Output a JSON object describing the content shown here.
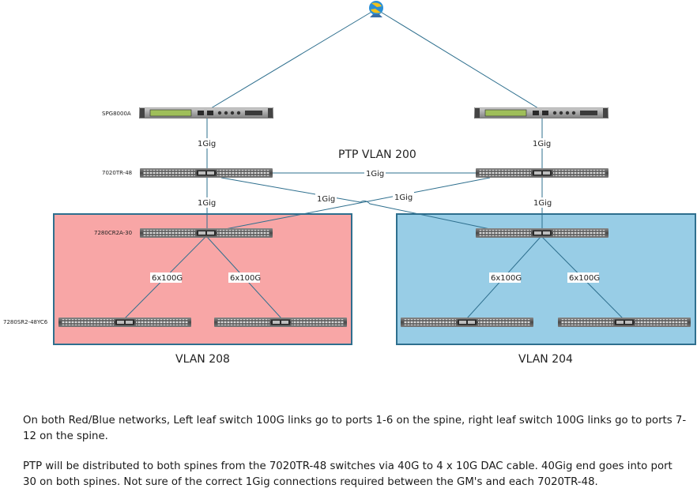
{
  "diagram": {
    "grandmaster_labels": {
      "left": "SPG8000A"
    },
    "ptp_switch_label": "7020TR-48",
    "ptp_vlan_label": "PTP VLAN 200",
    "spine_label": "7280CR2A-30",
    "leaf_label": "7280SR2-48YC6",
    "link_labels": {
      "gm_left_to_ptp": "1Gig",
      "gm_right_to_ptp": "1Gig",
      "ptp_interconnect": "1Gig",
      "ptp_left_to_spine": "1Gig",
      "ptp_right_to_spine": "1Gig",
      "cross_left": "1Gig",
      "cross_right": "1Gig",
      "red_left_leaf": "6x100G",
      "red_right_leaf": "6x100G",
      "blue_left_leaf": "6x100G",
      "blue_right_leaf": "6x100G"
    },
    "vlans": {
      "red": {
        "label": "VLAN 208",
        "color": "#f8a6a6"
      },
      "blue": {
        "label": "VLAN 204",
        "color": "#98cde6"
      }
    },
    "box_border_color": "#2e6f8e",
    "link_color": "#2e6f8e"
  },
  "notes": {
    "paragraph1": "On both Red/Blue networks, Left leaf switch 100G links go to ports 1-6 on the spine, right leaf switch 100G links go to ports 7-12 on the spine.",
    "paragraph2": "PTP will be distributed to both spines from the 7020TR-48 switches via 40G to 4 x 10G DAC cable. 40Gig end goes into port 30 on both spines. Not sure of the correct 1Gig connections required between the GM's and each 7020TR-48."
  }
}
